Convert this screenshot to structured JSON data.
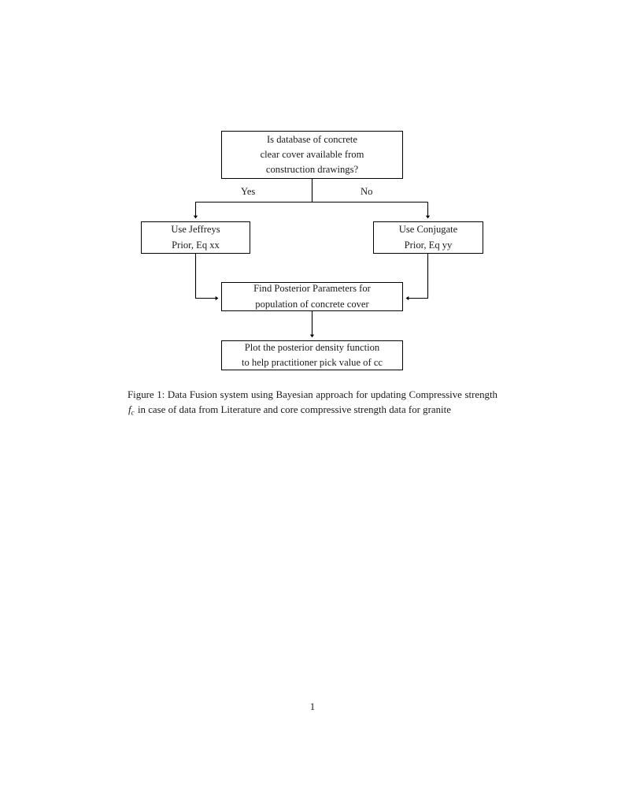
{
  "document": {
    "page_number": "1",
    "background_color": "#ffffff",
    "ink_color": "#1a1a1a"
  },
  "figure": {
    "type": "flowchart",
    "nodes": [
      {
        "id": "question",
        "shape": "rectangle",
        "lines": [
          "Is database of concrete",
          "clear cover available from",
          "construction drawings?"
        ]
      },
      {
        "id": "jeffreys",
        "shape": "rectangle",
        "lines": [
          "Use Jeffreys",
          "Prior, Eq xx"
        ]
      },
      {
        "id": "conjugate",
        "shape": "rectangle",
        "lines": [
          "Use Conjugate",
          "Prior, Eq yy"
        ]
      },
      {
        "id": "posterior",
        "shape": "rectangle",
        "lines": [
          "Find Posterior Parameters for",
          "population of concrete cover"
        ]
      },
      {
        "id": "plot",
        "shape": "rectangle",
        "lines": [
          "Plot the posterior density function",
          "to help practitioner pick value of cc"
        ]
      }
    ],
    "edge_labels": {
      "yes": "Yes",
      "no": "No"
    },
    "edges": [
      {
        "from": "question",
        "to": "jeffreys",
        "label": "Yes"
      },
      {
        "from": "question",
        "to": "conjugate",
        "label": "No"
      },
      {
        "from": "jeffreys",
        "to": "posterior",
        "label": ""
      },
      {
        "from": "conjugate",
        "to": "posterior",
        "label": ""
      },
      {
        "from": "posterior",
        "to": "plot",
        "label": ""
      }
    ]
  },
  "caption": {
    "label": "Figure 1:",
    "text_before_math": " Data Fusion system using Bayesian approach for updating Compressive strength ",
    "math_symbol": "f",
    "math_subscript": "c",
    "text_after_math": " in case of data from Literature and core compressive strength data for granite",
    "full_text": "Figure 1: Data Fusion system using Bayesian approach for updating Compressive strength fc in case of data from Literature and core compressive strength data for granite"
  }
}
